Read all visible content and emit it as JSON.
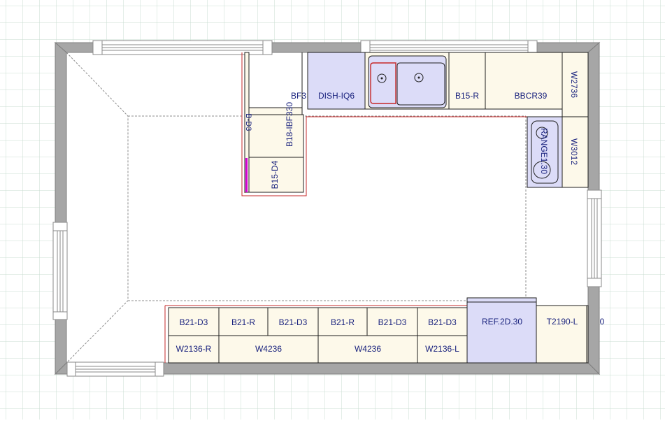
{
  "plan": {
    "grid_color": "#c9dcd0",
    "wall_color": "#a6a6a6",
    "cabinet_fill": "#fdf9ea",
    "appliance_fill": "#dcdcf8",
    "outline_red": "#c62828",
    "label_color": "#1a237e",
    "accent_magenta": "#d500d5"
  },
  "labels": {
    "dish": "DISH-IQ6",
    "b15r": "B15-R",
    "bbcr39": "BBCR39",
    "w2736": "W2736",
    "w3012": "W3012",
    "range": "RANGE1.30",
    "bf3": "BF3",
    "b18": "B18-IBF330",
    "b15d4": "B15-D4",
    "bd34": "B-D3  ",
    "bottom_top": [
      "B21-D3",
      "B21-R",
      "B21-D3",
      "B21-R",
      "B21-D3",
      "B21-D3"
    ],
    "bottom_wall": [
      "W2136-R",
      "W4236",
      "W4236",
      "W2136-L"
    ],
    "ref": "REF.2D.30",
    "t2190": "T2190-L",
    "edge": "0"
  }
}
